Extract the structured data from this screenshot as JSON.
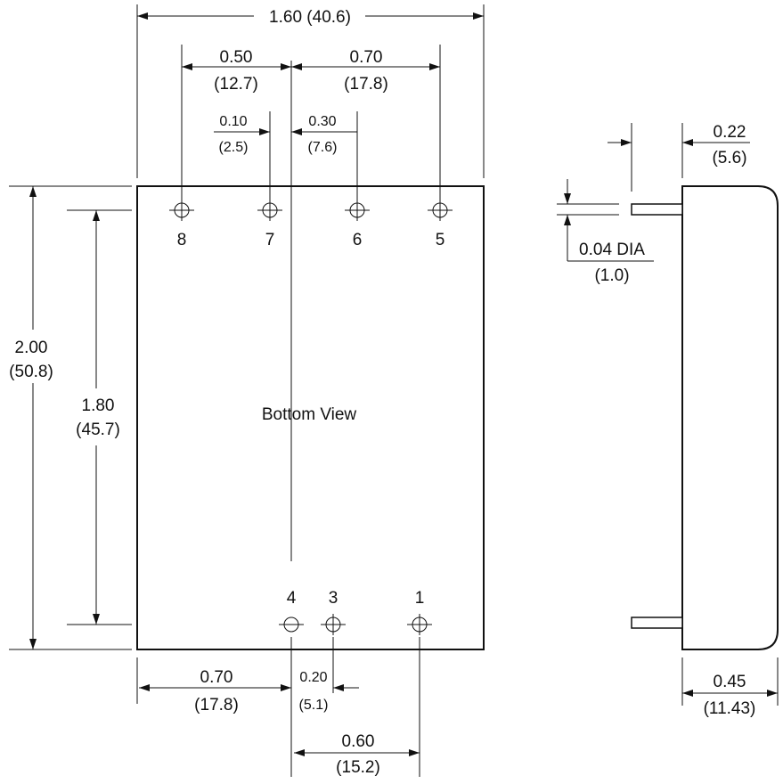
{
  "title": "Bottom View",
  "dims": {
    "overall_width": "1.60 (40.6)",
    "pin8_to_center": [
      "0.50",
      "(12.7)"
    ],
    "center_to_pin5": [
      "0.70",
      "(17.8)"
    ],
    "pin7_offset": [
      "0.10",
      "(2.5)"
    ],
    "center_to_pin6": [
      "0.30",
      "(7.6)"
    ],
    "overall_height": [
      "2.00",
      "(50.8)"
    ],
    "pin_row_spacing": [
      "1.80",
      "(45.7)"
    ],
    "edge_to_pin4": [
      "0.70",
      "(17.8)"
    ],
    "pin4_to_pin3": [
      "0.20",
      "(5.1)"
    ],
    "pin4_to_pin1": [
      "0.60",
      "(15.2)"
    ],
    "pin_length": [
      "0.22",
      "(5.6)"
    ],
    "pin_diameter": [
      "0.04 DIA",
      "(1.0)"
    ],
    "body_height": [
      "0.45",
      "(11.43)"
    ]
  },
  "pins_top": [
    "8",
    "7",
    "6",
    "5"
  ],
  "pins_bottom": [
    "4",
    "3",
    "1"
  ]
}
